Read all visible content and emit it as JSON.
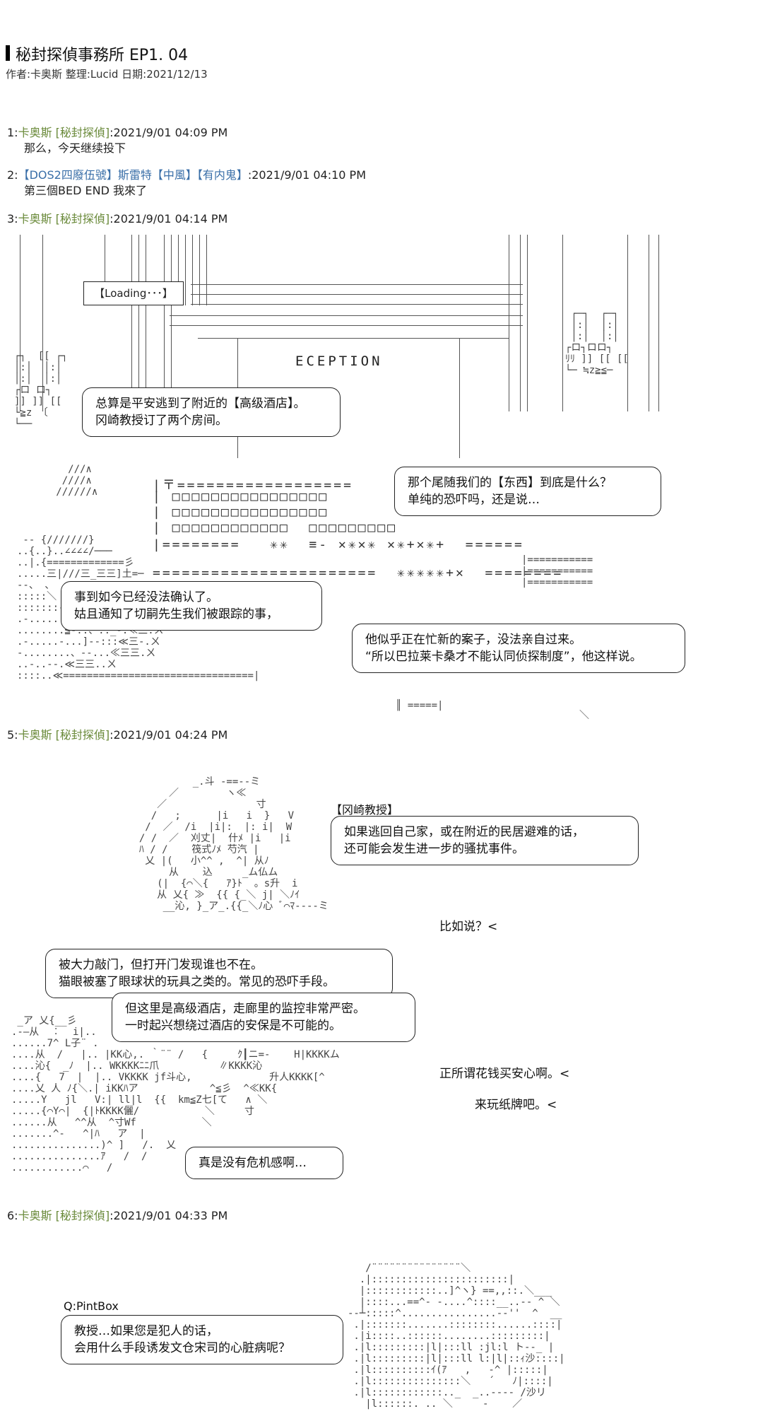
{
  "header": {
    "title": "秘封探偵事務所 EP1. 04",
    "meta": "作者:卡奥斯 整理:Lucid 日期:2021/12/13"
  },
  "posts": [
    {
      "num": "1:",
      "name": "卡奥斯 [秘封探偵]",
      "time": ":2021/9/01 04:09 PM",
      "body": "那么，今天继续投下"
    },
    {
      "num": "2:",
      "name": "【DOS2四廢伍號】斯雷特【中風】【有内鬼】",
      "time": ":2021/9/01 04:10 PM",
      "body": "第三個BED END 我來了"
    },
    {
      "num": "3:",
      "name": "卡奥斯 [秘封探偵]",
      "time": ":2021/9/01 04:14 PM"
    },
    {
      "num": "5:",
      "name": "卡奥斯 [秘封探偵]",
      "time": ":2021/9/01 04:24 PM"
    },
    {
      "num": "6:",
      "name": "卡奥斯 [秘封探偵]",
      "time": ":2021/9/01 04:33 PM"
    }
  ],
  "scene3": {
    "loading": "【Loading･･･】",
    "reception": "ECEPTION",
    "bubble1": [
      "总算是平安逃到了附近的【高级酒店】。",
      "冈崎教授订了两个房间。"
    ],
    "bubble2": [
      "那个尾随我们的【东西】到底是什么？",
      "单纯的恐吓吗，还是说…"
    ],
    "bubble3": [
      "事到如今已经没法确认了。",
      "姑且通知了切嗣先生我们被跟踪的事，"
    ],
    "bubble4": [
      "他似乎正在忙新的案子，没法亲自过来。",
      "“所以巴拉莱卡桑才不能认同侦探制度”，他这样说。"
    ]
  },
  "scene5": {
    "speaker": "【冈崎教授】",
    "bubble1": [
      "如果逃回自己家，或在附近的民居避难的话，",
      "还可能会发生进一步的骚扰事件。"
    ],
    "aside1": "比如说？<",
    "bubble2": [
      "被大力敲门，但打开门发现谁也不在。",
      "猫眼被塞了眼球状的玩具之类的。常见的恐吓手段。"
    ],
    "bubble3": [
      "但这里是高级酒店，走廊里的监控非常严密。",
      "一时起兴想绕过酒店的安保是不可能的。"
    ],
    "aside2": "正所谓花钱买安心啊。<",
    "aside3": "来玩纸牌吧。<",
    "bubble4": [
      "真是没有危机感啊…"
    ]
  },
  "scene6": {
    "speaker": "Q:PintBox",
    "bubble1": [
      "教授…如果您是犯人的话，",
      "会用什么手段诱发文仓宋司的心脏病呢？"
    ]
  }
}
